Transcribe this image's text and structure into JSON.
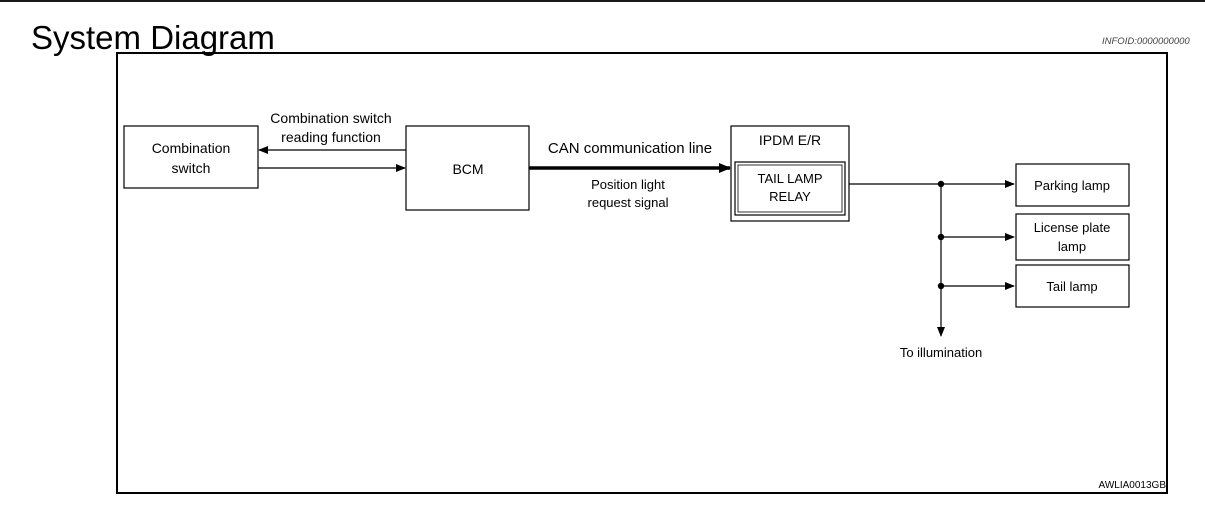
{
  "page": {
    "title": "System Diagram",
    "info_id": "INFOID:0000000000"
  },
  "diagram": {
    "combination_switch": {
      "line1": "Combination",
      "line2": "switch"
    },
    "reading_function_label": {
      "line1": "Combination switch",
      "line2": "reading function"
    },
    "bcm": "BCM",
    "can_line_label": "CAN communication line",
    "signal_label": {
      "line1": "Position light",
      "line2": "request signal"
    },
    "ipdm": "IPDM E/R",
    "relay": {
      "line1": "TAIL LAMP",
      "line2": "RELAY"
    },
    "parking_lamp": "Parking lamp",
    "license_plate_lamp": {
      "line1": "License plate",
      "line2": "lamp"
    },
    "tail_lamp": "Tail lamp",
    "to_illumination": "To illumination",
    "figure_code": "AWLIA0013GB"
  }
}
